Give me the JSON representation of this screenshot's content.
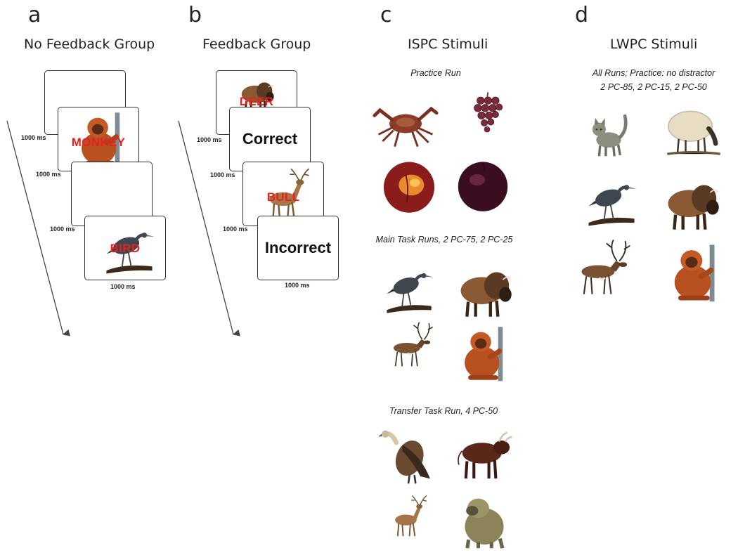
{
  "panels": {
    "a": {
      "letter": "a",
      "title": "No Feedback Group",
      "words": [
        "MONKEY",
        "BIRD"
      ],
      "durations": [
        "1000 ms",
        "1000 ms",
        "1000 ms",
        "1000 ms"
      ]
    },
    "b": {
      "letter": "b",
      "title": "Feedback Group",
      "words": [
        "DEER",
        "BULL"
      ],
      "feedback": [
        "Correct",
        "Incorrect"
      ],
      "durations": [
        "1000 ms",
        "1000 ms",
        "1000 ms",
        "1000 ms"
      ]
    },
    "c": {
      "letter": "c",
      "title": "ISPC Stimuli",
      "practice_caption": "Practice Run",
      "main_caption": "Main Task Runs, 2 PC-75, 2 PC-25",
      "transfer_caption": "Transfer Task Run, 4 PC-50"
    },
    "d": {
      "letter": "d",
      "title": "LWPC Stimuli",
      "caption_line1": "All Runs; Practice: no distractor",
      "caption_line2": "2 PC-85, 2 PC-15, 2 PC-50"
    }
  },
  "colors": {
    "stroop_word": "#e8211f",
    "frame": "#333333",
    "arrow": "#444444"
  },
  "icons": [
    "monkey",
    "bird",
    "deer",
    "bison",
    "crab",
    "grapes",
    "peach",
    "plum",
    "reindeer",
    "cat",
    "sheep",
    "vulture",
    "bull",
    "baboon"
  ]
}
